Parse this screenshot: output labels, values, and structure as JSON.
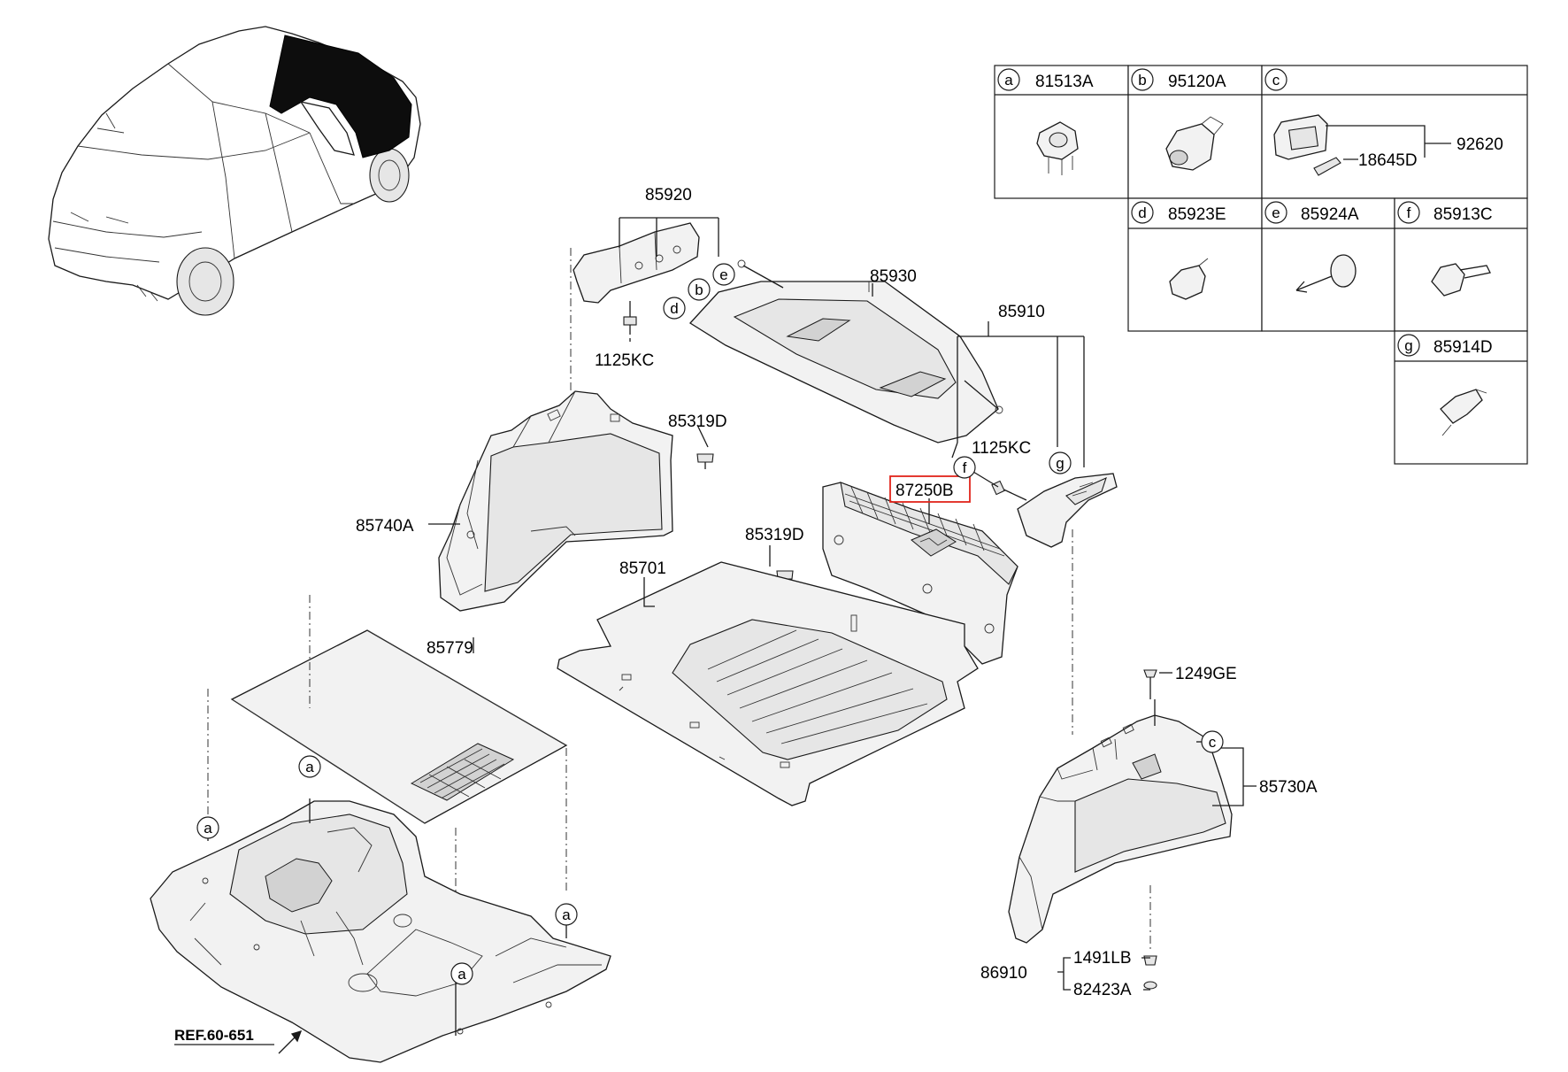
{
  "labels": {
    "p85920": "85920",
    "p85930": "85930",
    "p85910": "85910",
    "p1125kc_a": "1125KC",
    "p1125kc_b": "1125KC",
    "p85319d_a": "85319D",
    "p85319d_b": "85319D",
    "p85740a": "85740A",
    "p87250b": "87250B",
    "p85701": "85701",
    "p85779": "85779",
    "p1249ge": "1249GE",
    "p85730a": "85730A",
    "p86910": "86910",
    "p1491lb": "1491LB",
    "p82423a": "82423A",
    "ref": "REF.60-651"
  },
  "callouts": {
    "a": "a",
    "b": "b",
    "c": "c",
    "d": "d",
    "e": "e",
    "f": "f",
    "g": "g"
  },
  "legend": {
    "a": {
      "letter": "a",
      "part": "81513A"
    },
    "b": {
      "letter": "b",
      "part": "95120A"
    },
    "c": {
      "letter": "c",
      "part": "",
      "sub1": "92620",
      "sub2": "18645D"
    },
    "d": {
      "letter": "d",
      "part": "85923E"
    },
    "e": {
      "letter": "e",
      "part": "85924A"
    },
    "f": {
      "letter": "f",
      "part": "85913C"
    },
    "g": {
      "letter": "g",
      "part": "85914D"
    }
  },
  "colors": {
    "highlight": "#e1251b",
    "ink": "#1a1a1a"
  }
}
